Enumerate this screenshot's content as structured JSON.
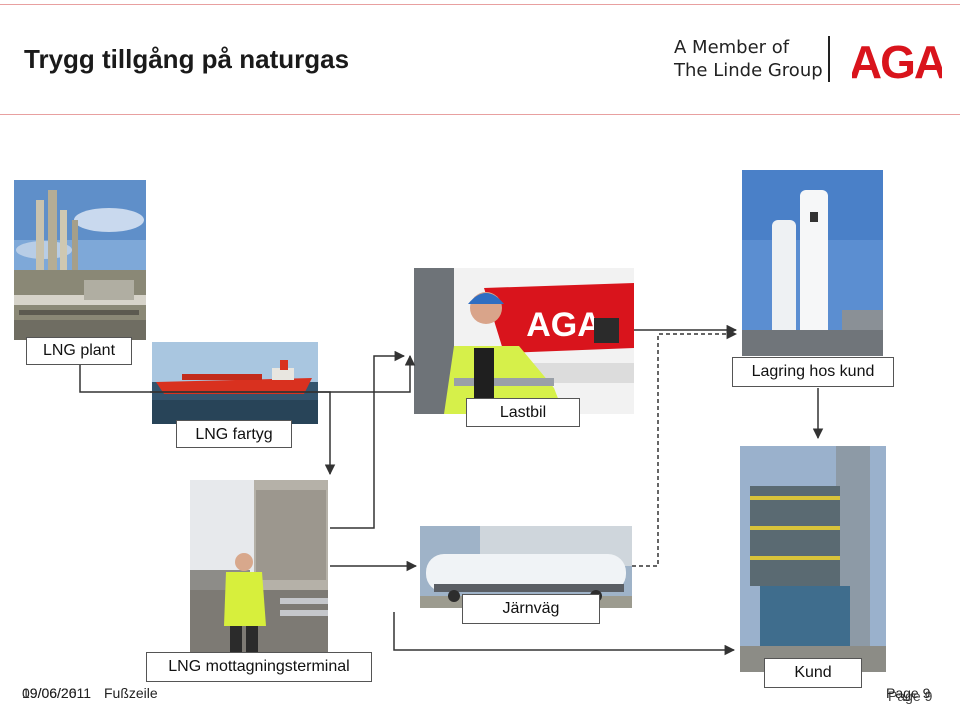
{
  "slide": {
    "title": "Trygg tillgång på naturgas",
    "member_line1": "A Member of",
    "member_line2": "The Linde Group",
    "logo_text": "AGA"
  },
  "labels": {
    "lng_plant": "LNG plant",
    "lng_fartyg": "LNG fartyg",
    "lastbil": "Lastbil",
    "lagring": "Lagring hos kund",
    "terminal": "LNG mottagningsterminal",
    "jarnvag": "Järnväg",
    "kund": "Kund"
  },
  "photos": {
    "truck_logo": "AGA"
  },
  "footer": {
    "date_a": "09/06/2011",
    "date_b": "19/06/26",
    "fusszeile": "Fußzeile",
    "page_a": "Page 9",
    "page_b": "Page 9"
  },
  "colors": {
    "accent_red": "#d9141c",
    "rule": "#e8a0a0",
    "connector": "#333333"
  },
  "icons": [
    "aga-logo",
    "arrow-connector-icon"
  ]
}
